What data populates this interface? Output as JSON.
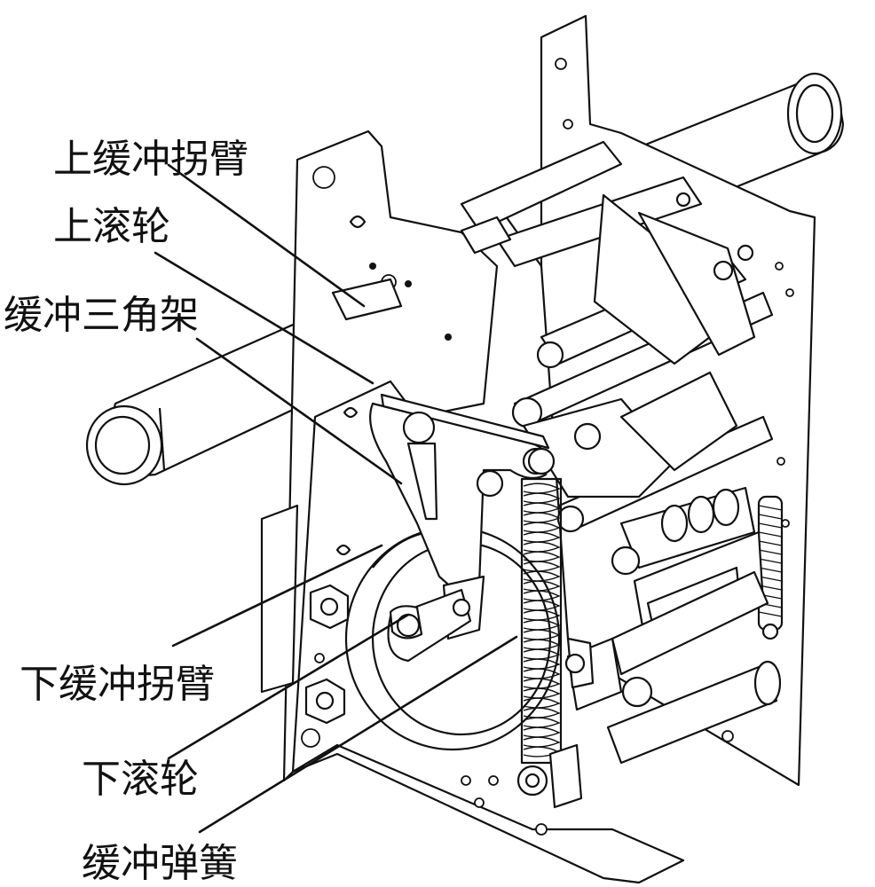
{
  "labels": {
    "upper_buffer_crank_arm": "上缓冲拐臂",
    "upper_roller": "上滚轮",
    "buffer_tripod": "缓冲三角架",
    "lower_buffer_crank_arm": "下缓冲拐臂",
    "lower_roller": "下滚轮",
    "buffer_spring": "缓冲弹簧"
  }
}
